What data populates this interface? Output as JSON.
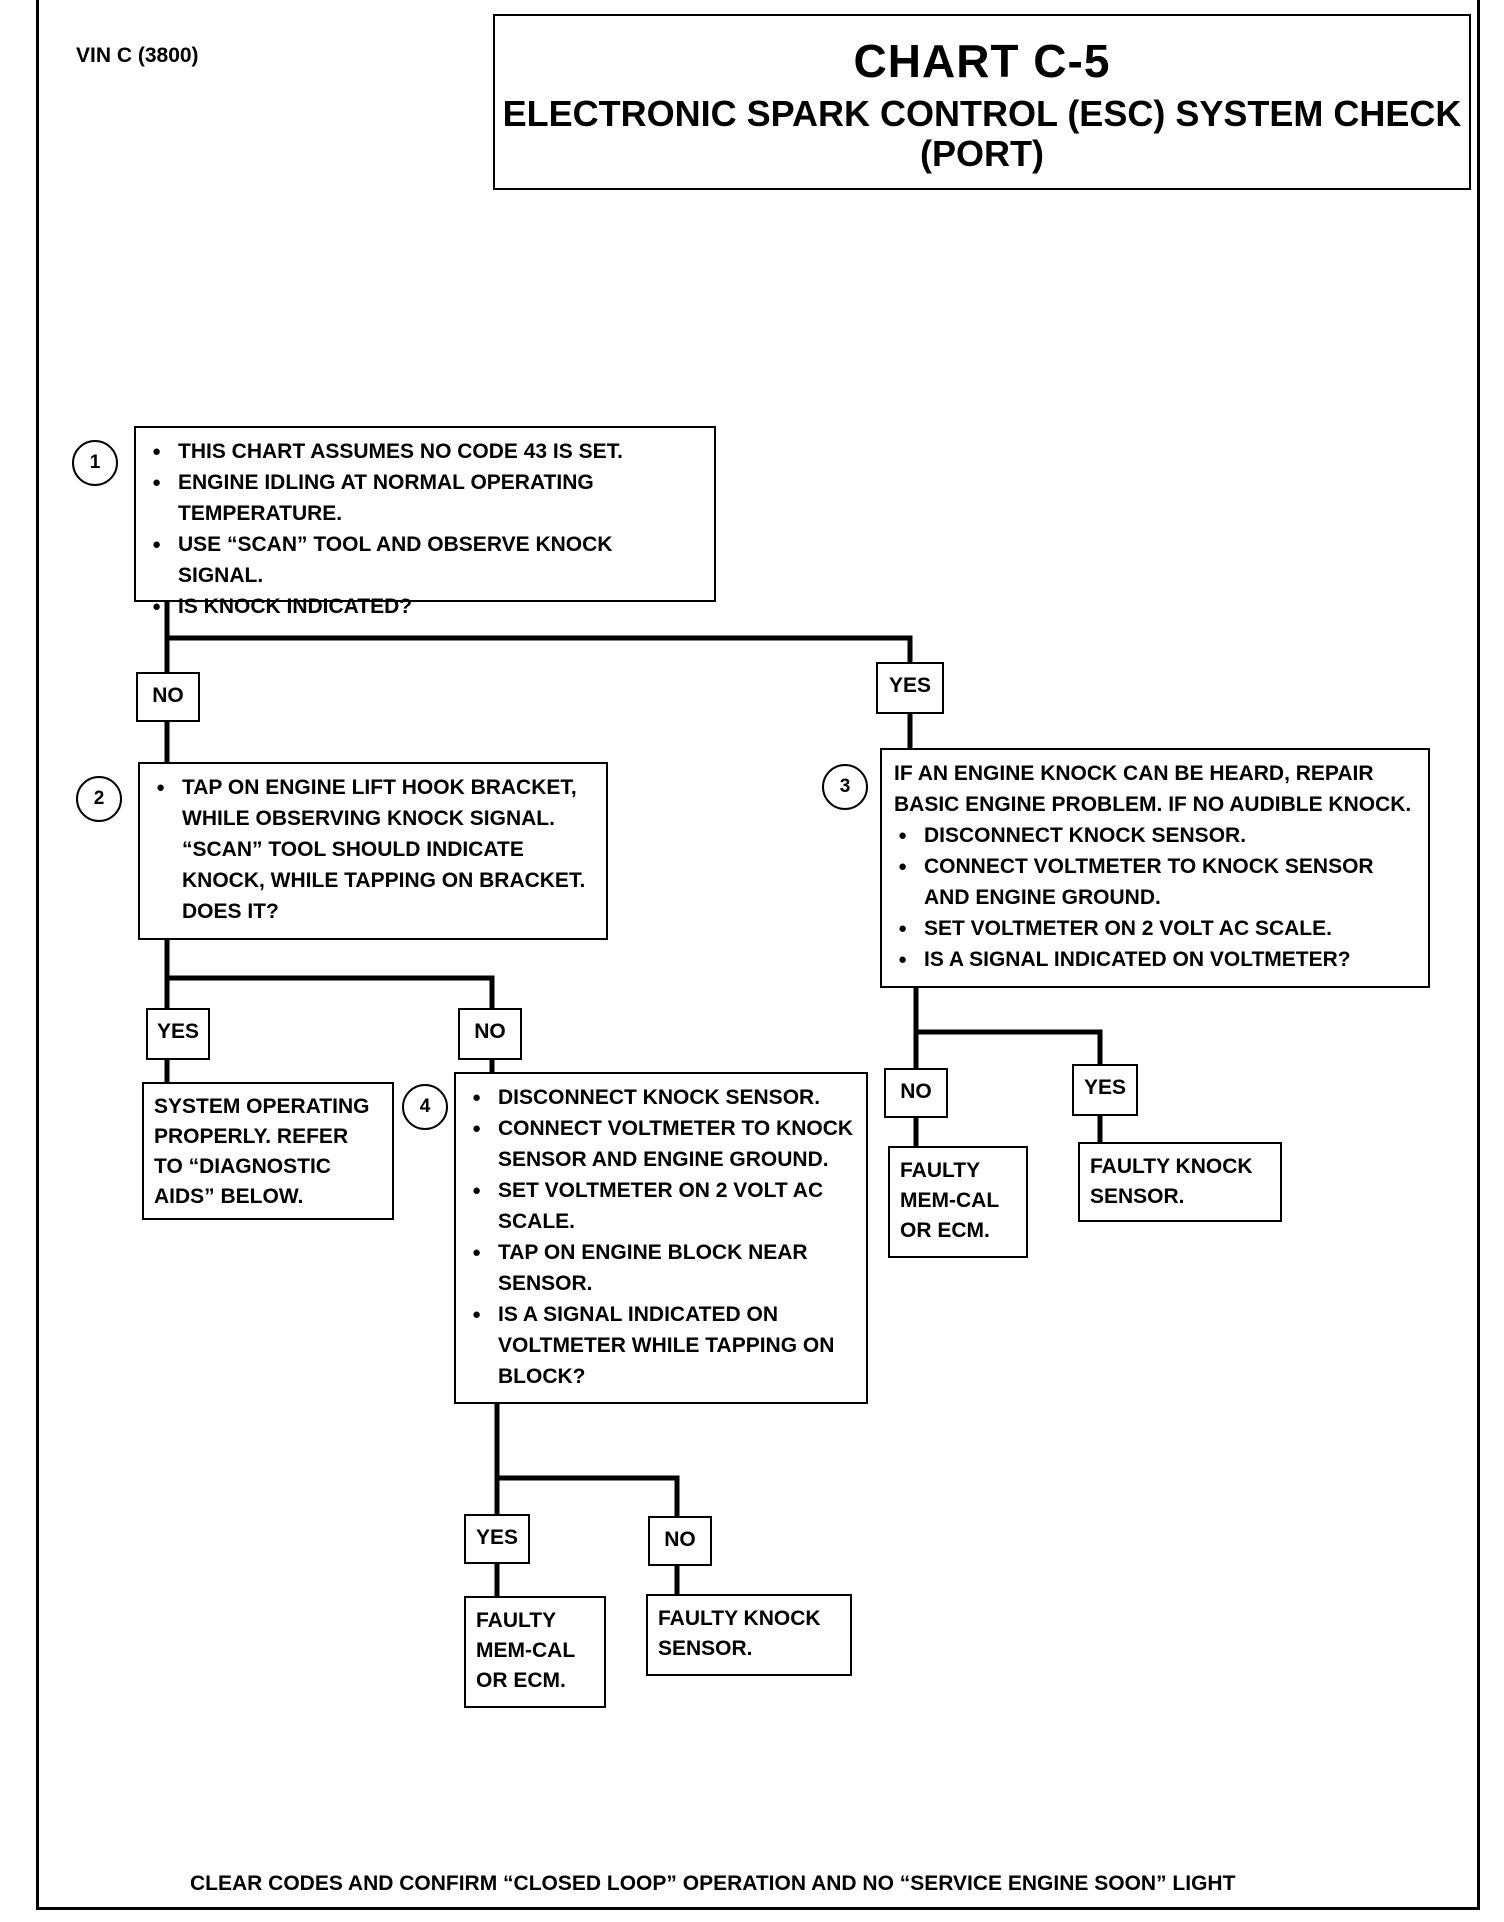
{
  "header": {
    "vin": "VIN C (3800)",
    "chart_number": "CHART C-5",
    "title_line1": "ELECTRONIC SPARK CONTROL (ESC) SYSTEM CHECK",
    "title_line2": "(PORT)"
  },
  "steps": {
    "step1": {
      "number": "1",
      "items": [
        "THIS CHART ASSUMES NO CODE 43 IS SET.",
        "ENGINE IDLING AT NORMAL OPERATING TEMPERATURE.",
        "USE “SCAN” TOOL AND OBSERVE KNOCK SIGNAL.",
        "IS KNOCK INDICATED?"
      ]
    },
    "step2": {
      "number": "2",
      "items": [
        "TAP ON ENGINE LIFT HOOK BRACKET, WHILE OBSERVING KNOCK SIGNAL. “SCAN” TOOL SHOULD INDICATE KNOCK, WHILE TAPPING ON BRACKET. DOES IT?"
      ]
    },
    "step3": {
      "number": "3",
      "intro": "IF AN ENGINE KNOCK CAN BE HEARD, REPAIR BASIC ENGINE PROBLEM.  IF NO AUDIBLE KNOCK.",
      "items": [
        "DISCONNECT KNOCK SENSOR.",
        "CONNECT VOLTMETER TO KNOCK SENSOR AND ENGINE GROUND.",
        "SET VOLTMETER ON 2 VOLT AC SCALE.",
        "IS A SIGNAL INDICATED ON VOLTMETER?"
      ]
    },
    "step4": {
      "number": "4",
      "items": [
        "DISCONNECT KNOCK SENSOR.",
        "CONNECT VOLTMETER TO KNOCK SENSOR AND ENGINE GROUND.",
        "SET VOLTMETER ON 2 VOLT AC SCALE.",
        "TAP ON ENGINE BLOCK NEAR SENSOR.",
        "IS A SIGNAL INDICATED ON VOLTMETER WHILE TAPPING ON BLOCK?"
      ]
    }
  },
  "branches": {
    "s1_no": "NO",
    "s1_yes": "YES",
    "s2_yes": "YES",
    "s2_no": "NO",
    "s3_no": "NO",
    "s3_yes": "YES",
    "s4_yes": "YES",
    "s4_no": "NO"
  },
  "results": {
    "system_ok": "SYSTEM OPERATING PROPERLY.  REFER TO “DIAGNOSTIC AIDS” BELOW.",
    "s3_no_result": "FAULTY MEM-CAL OR ECM.",
    "s3_yes_result": "FAULTY KNOCK SENSOR.",
    "s4_yes_result": "FAULTY MEM-CAL OR ECM.",
    "s4_no_result": "FAULTY KNOCK SENSOR."
  },
  "footer": "CLEAR CODES AND CONFIRM “CLOSED LOOP” OPERATION AND NO  “SERVICE ENGINE SOON”  LIGHT"
}
